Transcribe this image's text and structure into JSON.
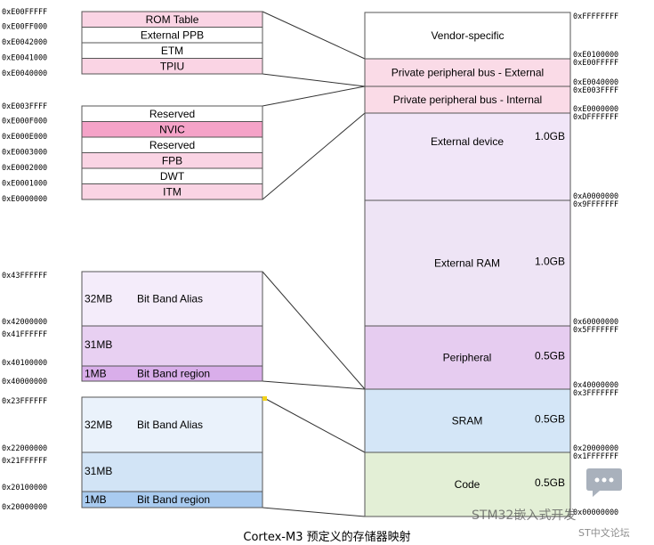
{
  "right_map": {
    "regions": [
      {
        "name": "Vendor-specific",
        "size": "",
        "color": "#ffffff",
        "top_addr": "0xFFFFFFFF",
        "bottom_addr": "0xE0100000"
      },
      {
        "name": "Private peripheral bus - External",
        "size": "",
        "color": "#fadbe7",
        "top_addr": "0xE00FFFFF",
        "bottom_addr": "0xE0040000"
      },
      {
        "name": "Private peripheral bus - Internal",
        "size": "",
        "color": "#fadbe7",
        "top_addr": "0xE003FFFF",
        "bottom_addr": "0xE0000000"
      },
      {
        "name": "External device",
        "size": "1.0GB",
        "color": "#f1e6f8",
        "top_addr": "0xDFFFFFFF",
        "bottom_addr": "0xA0000000"
      },
      {
        "name": "External RAM",
        "size": "1.0GB",
        "color": "#eee4f5",
        "top_addr": "0x9FFFFFFF",
        "bottom_addr": "0x60000000"
      },
      {
        "name": "Peripheral",
        "size": "0.5GB",
        "color": "#e6ccf0",
        "top_addr": "0x5FFFFFFF",
        "bottom_addr": "0x40000000"
      },
      {
        "name": "SRAM",
        "size": "0.5GB",
        "color": "#d4e6f7",
        "top_addr": "0x3FFFFFFF",
        "bottom_addr": "0x20000000"
      },
      {
        "name": "Code",
        "size": "0.5GB",
        "color": "#e3efd6",
        "top_addr": "0x1FFFFFFF",
        "bottom_addr": "0x00000000"
      }
    ]
  },
  "ppb_external": {
    "rows": [
      {
        "label": "ROM Table",
        "addr": "0xE00FF000",
        "color": "#fad4e4"
      },
      {
        "label": "External PPB",
        "addr": "0xE0042000",
        "color": "#ffffff"
      },
      {
        "label": "ETM",
        "addr": "0xE0041000",
        "color": "#ffffff"
      },
      {
        "label": "TPIU",
        "addr": "0xE0040000",
        "color": "#fad4e4"
      }
    ],
    "top_addr": "0xE00FFFFF"
  },
  "ppb_internal": {
    "rows": [
      {
        "label": "Reserved",
        "addr": "0xE000F000",
        "color": "#ffffff"
      },
      {
        "label": "NVIC",
        "addr": "0xE000E000",
        "color": "#f5a3c8"
      },
      {
        "label": "Reserved",
        "addr": "0xE0003000",
        "color": "#ffffff"
      },
      {
        "label": "FPB",
        "addr": "0xE0002000",
        "color": "#fad4e4"
      },
      {
        "label": "DWT",
        "addr": "0xE0001000",
        "color": "#ffffff"
      },
      {
        "label": "ITM",
        "addr": "0xE0000000",
        "color": "#fad4e4"
      }
    ],
    "top_addr": "0xE003FFFF"
  },
  "peripheral_bitband": {
    "alias_size": "32MB",
    "alias_label": "Bit Band Alias",
    "mid_size": "31MB",
    "region_size": "1MB",
    "region_label": "Bit Band region",
    "colors": {
      "alias": "#f4ecfa",
      "mid": "#e8d0f2",
      "region": "#d9aeea"
    },
    "addrs": [
      "0x43FFFFFF",
      "0x42000000",
      "0x41FFFFFF",
      "0x40100000",
      "0x40000000"
    ]
  },
  "sram_bitband": {
    "alias_size": "32MB",
    "alias_label": "Bit Band Alias",
    "mid_size": "31MB",
    "region_size": "1MB",
    "region_label": "Bit Band region",
    "colors": {
      "alias": "#eaf2fb",
      "mid": "#d2e4f6",
      "region": "#a9cbf0"
    },
    "addrs": [
      "0x23FFFFFF",
      "0x22000000",
      "0x21FFFFFF",
      "0x20100000",
      "0x20000000"
    ]
  },
  "caption": "Cortex-M3 预定义的存储器映射",
  "watermark": {
    "line1": "STM32嵌入式开发",
    "line2": "ST中文论坛"
  }
}
